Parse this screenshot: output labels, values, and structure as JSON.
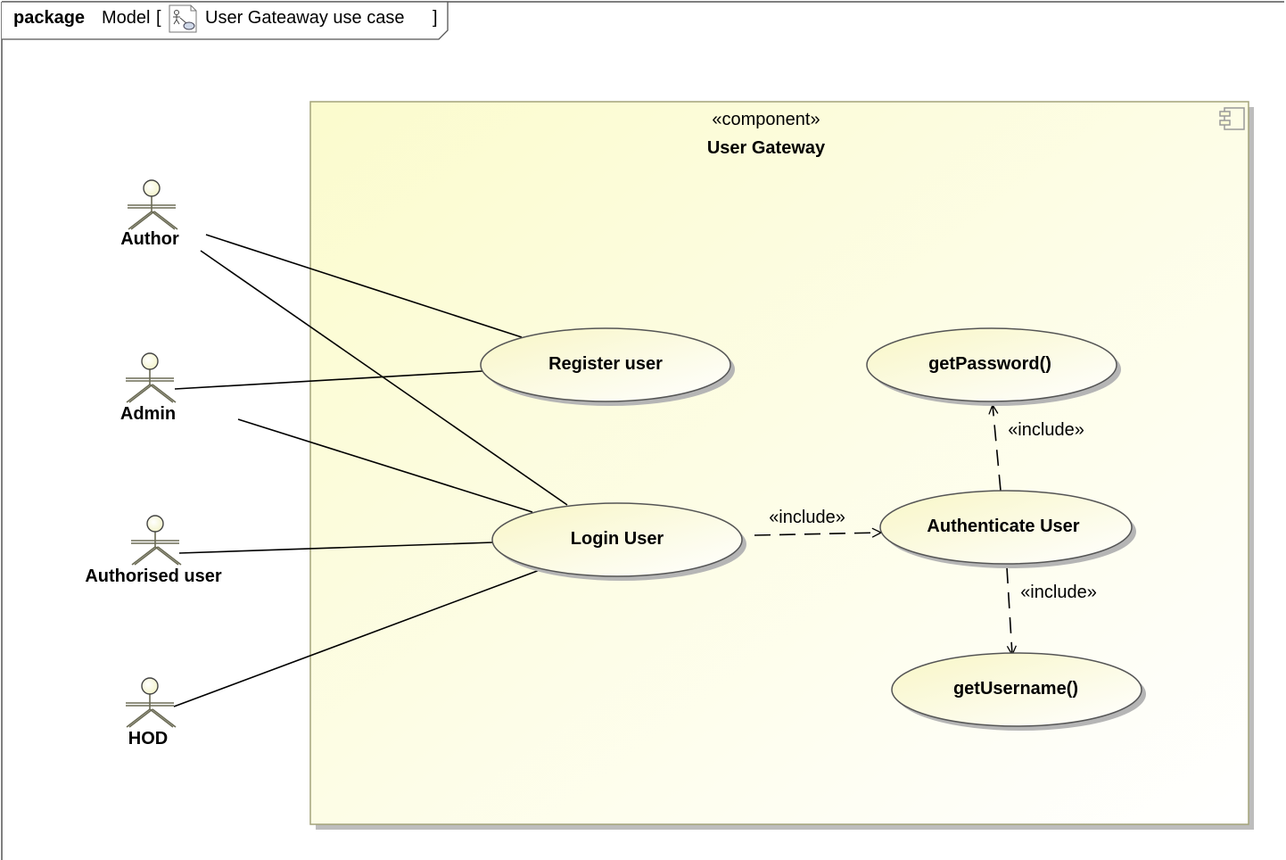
{
  "frame": {
    "keyword": "package",
    "model": "Model",
    "bracket_open": "[",
    "bracket_close": "]",
    "diagram_name": "User Gateaway use case",
    "diagram_icon": "use-case-diagram-icon"
  },
  "component": {
    "stereotype": "«component»",
    "name": "User Gateway",
    "icon": "component-icon"
  },
  "actors": [
    {
      "id": "author",
      "label": "Author"
    },
    {
      "id": "admin",
      "label": "Admin"
    },
    {
      "id": "authorised",
      "label": "Authorised user"
    },
    {
      "id": "hod",
      "label": "HOD"
    }
  ],
  "usecases": [
    {
      "id": "register",
      "label": "Register user"
    },
    {
      "id": "login",
      "label": "Login User"
    },
    {
      "id": "getpassword",
      "label": "getPassword()"
    },
    {
      "id": "authenticate",
      "label": "Authenticate User"
    },
    {
      "id": "getusername",
      "label": "getUsername()"
    }
  ],
  "relations": [
    {
      "id": "include1",
      "type": "include",
      "from": "login",
      "to": "authenticate",
      "label": "«include»"
    },
    {
      "id": "include2",
      "type": "include",
      "from": "authenticate",
      "to": "getpassword",
      "label": "«include»"
    },
    {
      "id": "include3",
      "type": "include",
      "from": "authenticate",
      "to": "getusername",
      "label": "«include»"
    }
  ],
  "associations": [
    {
      "actor": "author",
      "usecase": "register"
    },
    {
      "actor": "author",
      "usecase": "login"
    },
    {
      "actor": "admin",
      "usecase": "register"
    },
    {
      "actor": "admin",
      "usecase": "login"
    },
    {
      "actor": "authorised",
      "usecase": "login"
    },
    {
      "actor": "hod",
      "usecase": "login"
    }
  ],
  "colors": {
    "component_fill_start": "#fcfcd8",
    "component_fill_end": "#ffffff",
    "component_border": "#a6a67a",
    "usecase_fill_start": "#fbf9d6",
    "usecase_fill_end": "#ffffff",
    "usecase_border": "#555555",
    "actor_head_fill": "#fbfbd6",
    "actor_stroke": "#444444",
    "shadow": "#b9b9b9"
  }
}
